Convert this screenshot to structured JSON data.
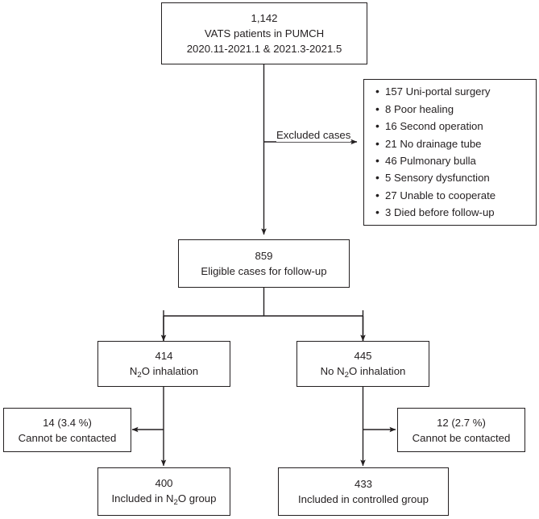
{
  "figure": {
    "type": "flow-diagram",
    "title": "CONSORT-style patient enrollment flowchart"
  },
  "nodes": {
    "total_cohort": {
      "count": "1,142",
      "description": "VATS patients in PUMCH",
      "period": "2020.11-2021.1 & 2021.3-2021.5"
    },
    "eligible": {
      "count": "859",
      "description": "Eligible cases for follow-up"
    },
    "n2o_group": {
      "count": "414",
      "description_prefix": "N",
      "description_sub": "2",
      "description_suffix": "O inhalation"
    },
    "control_group": {
      "count": "445",
      "description_prefix": "No N",
      "description_sub": "2",
      "description_suffix": "O inhalation"
    },
    "n2o_lost": {
      "count": "14 (3.4 %)",
      "description": "Cannot be contacted"
    },
    "control_lost": {
      "count": "12 (2.7 %)",
      "description": "Cannot be contacted"
    },
    "n2o_included": {
      "count": "400",
      "description_prefix": "Included in N",
      "description_sub": "2",
      "description_suffix": "O group"
    },
    "control_included": {
      "count": "433",
      "description": "Included in controlled group"
    }
  },
  "exclusions": {
    "label": "Excluded cases",
    "items": [
      "157 Uni-portal surgery",
      "8 Poor healing",
      "16 Second operation",
      "21 No drainage tube",
      "46 Pulmonary bulla",
      "5 Sensory dysfunction",
      "27 Unable to cooperate",
      "3 Died before follow-up"
    ]
  },
  "style": {
    "stroke": "#231f20",
    "fill": "#ffffff"
  }
}
